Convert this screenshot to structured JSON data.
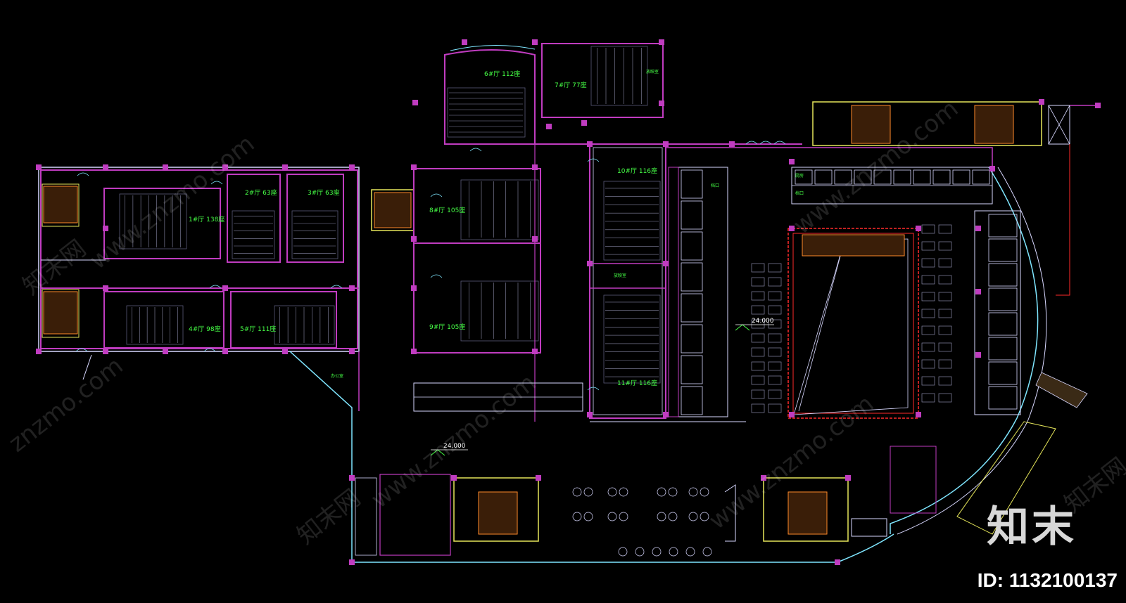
{
  "plan": {
    "rooms": {
      "hall1": "1#厅 138座",
      "hall2": "2#厅 63座",
      "hall3": "3#厅 63座",
      "hall4": "4#厅 98座",
      "hall5": "5#厅 111座",
      "hall6": "6#厅 112座",
      "hall7": "7#厅 77座",
      "hall8": "8#厅 105座",
      "hall9": "9#厅 105座",
      "hall10": "10#厅 116座",
      "hall11": "11#厅 116座",
      "projection_top": "放映室",
      "projection_mid": "放映室",
      "office": "办公室",
      "kitchen": "厨房",
      "entrance": "档口",
      "stall": "档口"
    },
    "elevations": {
      "center": "24.000",
      "lobby": "24.000"
    }
  },
  "watermark": {
    "site": "www.znzmo.com",
    "site_short": "znzmo.com",
    "brand": "知末网"
  },
  "brand_logo": "知末",
  "id_label": "ID: 1132100137",
  "colors": {
    "wall": "#c03cc0",
    "line": "#d8d8ff",
    "green": "#46ff46",
    "stairs": "#ff8a2a",
    "cyan": "#7fe6ff",
    "red": "#ff2a2a",
    "yellow": "#e6e65a"
  }
}
